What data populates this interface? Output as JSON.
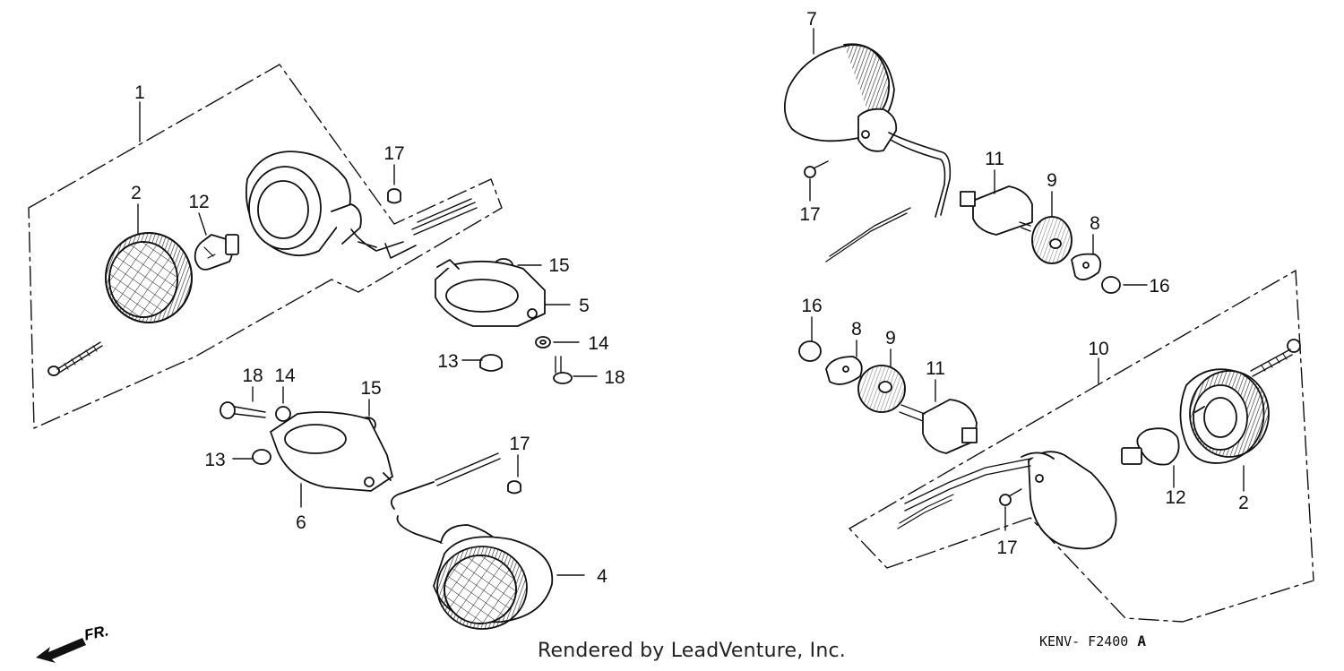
{
  "diagram": {
    "callouts": [
      {
        "id": "c1",
        "label": "1"
      },
      {
        "id": "c2a",
        "label": "2"
      },
      {
        "id": "c12a",
        "label": "12"
      },
      {
        "id": "c17a",
        "label": "17"
      },
      {
        "id": "c15a",
        "label": "15"
      },
      {
        "id": "c5",
        "label": "5"
      },
      {
        "id": "c14a",
        "label": "14"
      },
      {
        "id": "c13a",
        "label": "13"
      },
      {
        "id": "c18a",
        "label": "18"
      },
      {
        "id": "c18b",
        "label": "18"
      },
      {
        "id": "c14b",
        "label": "14"
      },
      {
        "id": "c15b",
        "label": "15"
      },
      {
        "id": "c13b",
        "label": "13"
      },
      {
        "id": "c6",
        "label": "6"
      },
      {
        "id": "c17b",
        "label": "17"
      },
      {
        "id": "c4",
        "label": "4"
      },
      {
        "id": "c7",
        "label": "7"
      },
      {
        "id": "c17c",
        "label": "17"
      },
      {
        "id": "c11a",
        "label": "11"
      },
      {
        "id": "c9a",
        "label": "9"
      },
      {
        "id": "c8a",
        "label": "8"
      },
      {
        "id": "c16a",
        "label": "16"
      },
      {
        "id": "c16b",
        "label": "16"
      },
      {
        "id": "c8b",
        "label": "8"
      },
      {
        "id": "c9b",
        "label": "9"
      },
      {
        "id": "c11b",
        "label": "11"
      },
      {
        "id": "c10",
        "label": "10"
      },
      {
        "id": "c12b",
        "label": "12"
      },
      {
        "id": "c2b",
        "label": "2"
      },
      {
        "id": "c17d",
        "label": "17"
      }
    ]
  },
  "footer": {
    "credit": "Rendered by LeadVenture, Inc.",
    "code": "KENV- F2400",
    "code_suffix": "A"
  },
  "direction": {
    "label": "FR."
  }
}
